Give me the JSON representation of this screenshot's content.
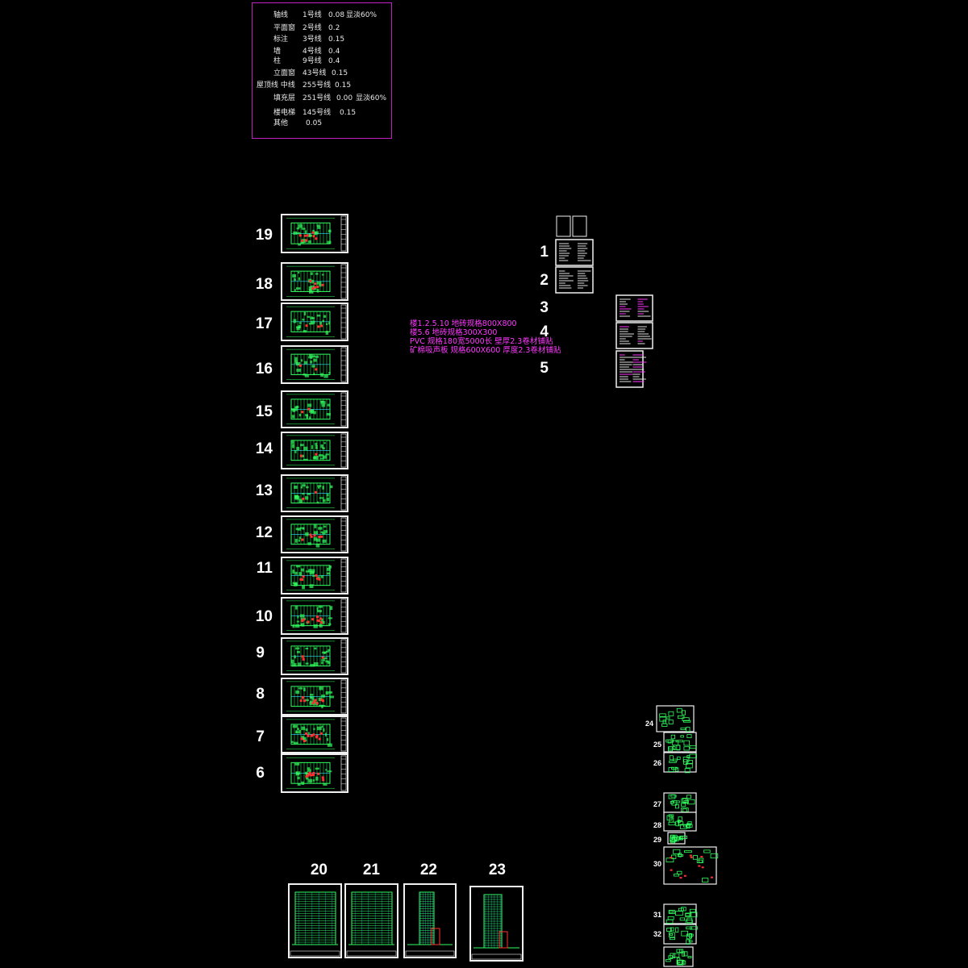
{
  "legend": {
    "rows": [
      {
        "name": "轴线",
        "line": "1号线",
        "width": "0.08",
        "extra": "显淡60%"
      },
      {
        "name": "平面窗",
        "line": "2号线",
        "width": "0.2",
        "extra": ""
      },
      {
        "name": "标注",
        "line": "3号线",
        "width": "0.15",
        "extra": ""
      },
      {
        "name": "墙",
        "line": "4号线",
        "width": "0.4",
        "extra": ""
      },
      {
        "name": "柱",
        "line": "9号线",
        "width": "0.4",
        "extra": ""
      },
      {
        "name": "立面窗",
        "line": "43号线",
        "width": "0.15",
        "extra": ""
      },
      {
        "name": "屋顶线 中线",
        "line": "255号线",
        "width": "0.15",
        "extra": ""
      },
      {
        "name": "填充层",
        "line": "251号线",
        "width": "0.00",
        "extra": "显淡60%"
      },
      {
        "name": "楼电梯",
        "line": "145号线",
        "width": "0.15",
        "extra": ""
      },
      {
        "name": "其他",
        "line": "",
        "width": "0.05",
        "extra": ""
      }
    ]
  },
  "notes": [
    "楼1.2.5.10 地砖规格800X800",
    "楼5.6 地砖规格300X300",
    "PVC 规格180宽5000长 壁厚2.3卷材铺贴",
    "矿棉吸声板 规格600X600 厚度2.3卷材铺贴"
  ],
  "sheet_numbers": {
    "plans_left": [
      "19",
      "18",
      "17",
      "16",
      "15",
      "14",
      "13",
      "12",
      "11",
      "10",
      "9",
      "8",
      "7",
      "6"
    ],
    "notes_right": [
      "1",
      "2",
      "3",
      "4",
      "5"
    ],
    "elevations": [
      "20",
      "21",
      "22",
      "23"
    ],
    "details": [
      "24",
      "25",
      "26",
      "27",
      "28",
      "29",
      "30",
      "31",
      "32"
    ]
  },
  "colors": {
    "background": "#000000",
    "frame": "#f0f0f0",
    "legend_border": "#c020c0",
    "note_text": "#ff38ff",
    "drawing_green": "#30ff60",
    "drawing_red": "#ff3030",
    "drawing_cyan": "#30e0ff"
  }
}
